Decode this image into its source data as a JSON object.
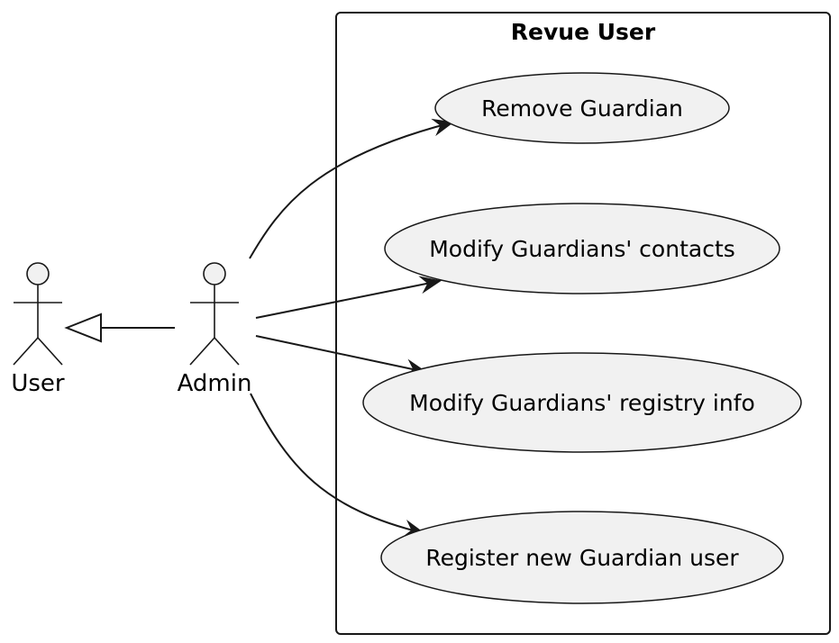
{
  "diagram": {
    "type": "uml-use-case",
    "system": {
      "title": "Revue User"
    },
    "actors": [
      {
        "id": "user",
        "name": "User"
      },
      {
        "id": "admin",
        "name": "Admin"
      }
    ],
    "use_cases": [
      {
        "id": "uc1",
        "label": "Remove Guardian"
      },
      {
        "id": "uc2",
        "label": "Modify Guardians' contacts"
      },
      {
        "id": "uc3",
        "label": "Modify Guardians' registry info"
      },
      {
        "id": "uc4",
        "label": "Register new Guardian user"
      }
    ],
    "relations": [
      {
        "from": "admin",
        "to": "user",
        "kind": "generalization"
      },
      {
        "from": "admin",
        "to": "uc1",
        "kind": "association"
      },
      {
        "from": "admin",
        "to": "uc2",
        "kind": "association"
      },
      {
        "from": "admin",
        "to": "uc3",
        "kind": "association"
      },
      {
        "from": "admin",
        "to": "uc4",
        "kind": "association"
      }
    ],
    "colors": {
      "line": "#181818",
      "fill": "#f1f1f1",
      "background": "#ffffff"
    }
  }
}
